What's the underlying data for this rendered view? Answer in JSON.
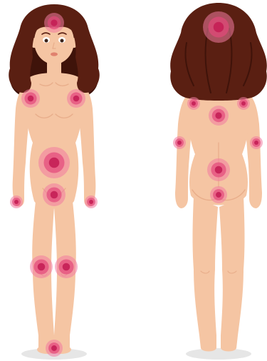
{
  "colors": {
    "background": "#ffffff",
    "skin": "#f5c5a3",
    "skin_shadow": "#e8ad8a",
    "hair": "#5a1f12",
    "hair_dark": "#3f130a",
    "shadow": "#e6e6e6",
    "pain_outer": "#f07aa0",
    "pain_mid": "#e2487a",
    "pain_core": "#c41f55",
    "lips": "#e0826f",
    "eye_white": "#ffffff",
    "iris": "#3a2218"
  },
  "figures": [
    {
      "view": "front",
      "pain_points": [
        "head",
        "left-breast",
        "right-breast",
        "abdomen",
        "pelvis",
        "left-wrist",
        "right-wrist",
        "left-knee",
        "right-knee",
        "feet"
      ]
    },
    {
      "view": "back",
      "pain_points": [
        "head",
        "left-shoulder",
        "right-shoulder",
        "upper-back",
        "left-elbow",
        "right-elbow",
        "lower-back",
        "tailbone"
      ]
    }
  ]
}
